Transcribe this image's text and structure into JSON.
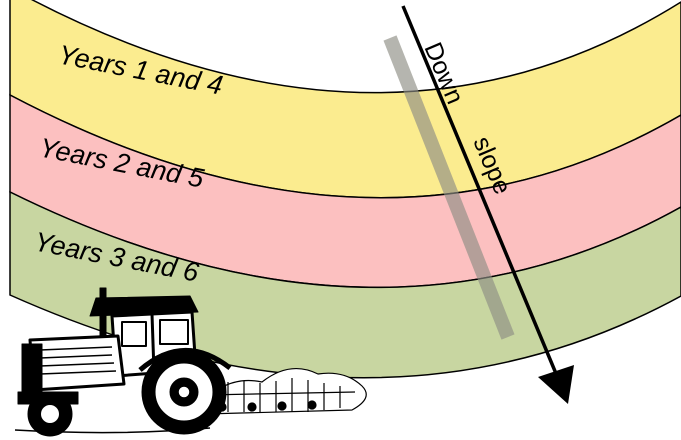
{
  "bands": [
    {
      "label": "Years 1 and 4",
      "color": "#fbec8f"
    },
    {
      "label": "Years 2 and 5",
      "color": "#fcc0c0"
    },
    {
      "label": "Years 3 and 6",
      "color": "#c8d6a1"
    }
  ],
  "arrow": {
    "word_1": "Down",
    "word_2": "slope"
  },
  "colors": {
    "band_outline": "#000000",
    "shadow_strip": "#8e8e84",
    "arrow": "#000000"
  },
  "illustration": {
    "icon": "tractor-with-cultivator-icon"
  }
}
